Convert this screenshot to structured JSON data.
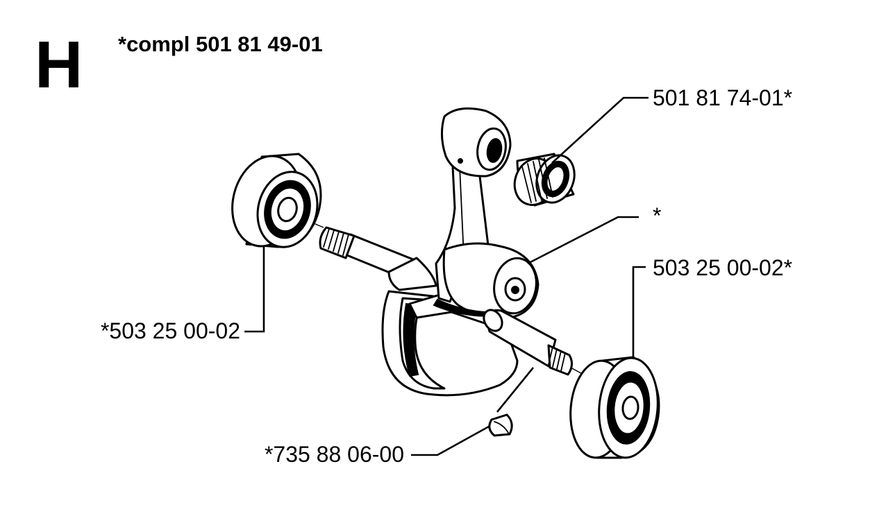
{
  "section_letter": "H",
  "kit_title": "*compl 501 81 49-01",
  "callouts": [
    {
      "id": "needle-bearing",
      "label": "501 81 74-01*"
    },
    {
      "id": "crankshaft",
      "label": "*"
    },
    {
      "id": "ball-bearing-right",
      "label": "503 25 00-02*"
    },
    {
      "id": "ball-bearing-left",
      "label": "*503 25 00-02"
    },
    {
      "id": "woodruff-key",
      "label": "*735 88 06-00"
    }
  ]
}
